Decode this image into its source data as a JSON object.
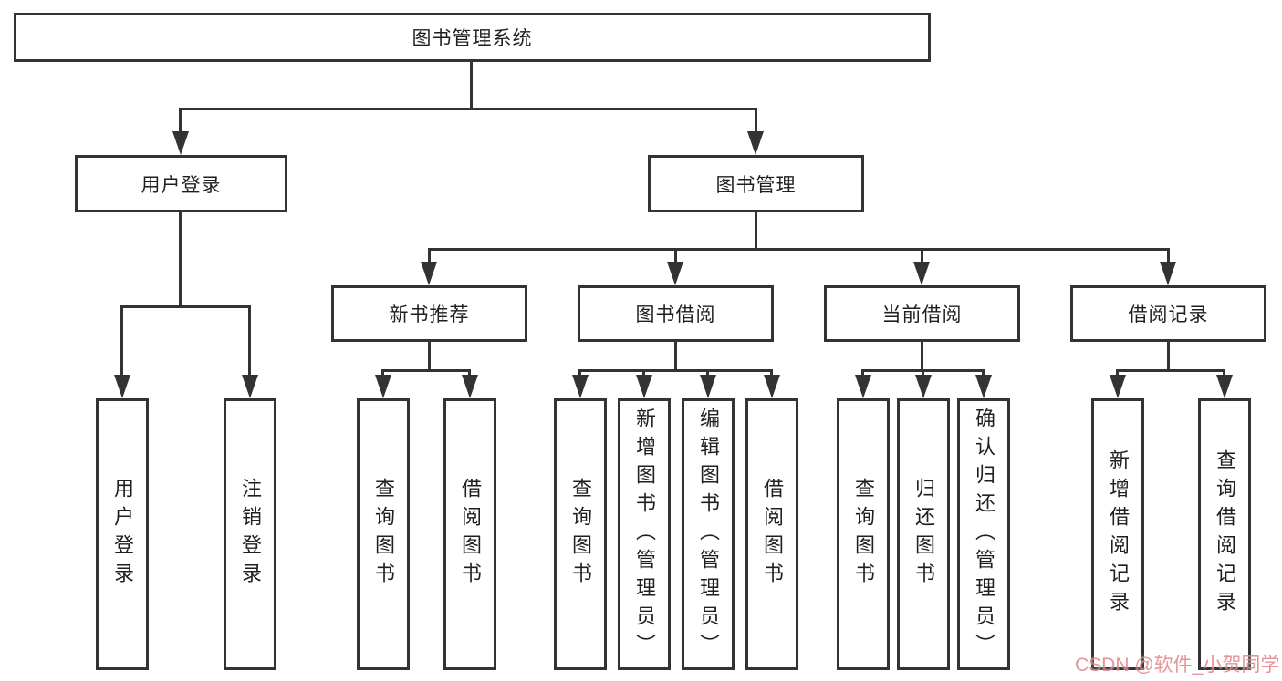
{
  "diagram": {
    "root": {
      "label": "图书管理系统"
    },
    "branches": [
      {
        "label": "用户登录",
        "leaves": [
          {
            "label": "用户登录"
          },
          {
            "label": "注销登录"
          }
        ]
      },
      {
        "label": "图书管理",
        "sections": [
          {
            "label": "新书推荐",
            "leaves": [
              {
                "label": "查询图书"
              },
              {
                "label": "借阅图书"
              }
            ]
          },
          {
            "label": "图书借阅",
            "leaves": [
              {
                "label": "查询图书"
              },
              {
                "label": "新增图书（管理员）"
              },
              {
                "label": "编辑图书（管理员）"
              },
              {
                "label": "借阅图书"
              }
            ]
          },
          {
            "label": "当前借阅",
            "leaves": [
              {
                "label": "查询图书"
              },
              {
                "label": "归还图书"
              },
              {
                "label": "确认归还（管理员）"
              }
            ]
          },
          {
            "label": "借阅记录",
            "leaves": [
              {
                "label": "新增借阅记录"
              },
              {
                "label": "查询借阅记录"
              }
            ]
          }
        ]
      }
    ]
  },
  "colors": {
    "line": "#333333",
    "text": "#1f1f1f",
    "background": "#ffffff",
    "watermark": "#e18287"
  },
  "watermark": {
    "text": "CSDN @软件_小贺同学"
  }
}
